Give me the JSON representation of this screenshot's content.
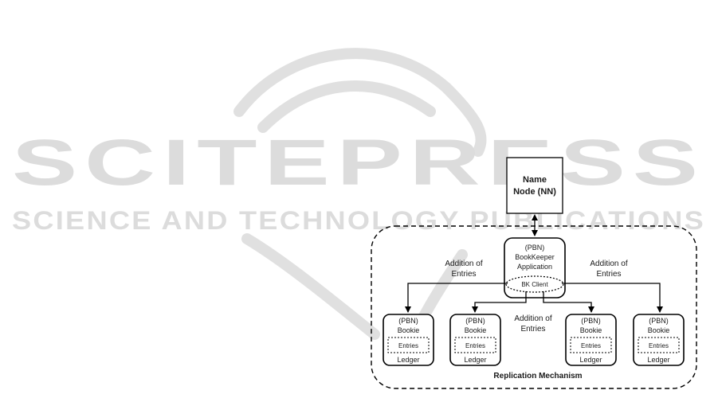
{
  "watermark": {
    "main": "SCITEPRESS",
    "sub": "SCIENCE AND TECHNOLOGY PUBLICATIONS"
  },
  "name_node": {
    "line1": "Name",
    "line2": "Node (NN)"
  },
  "bookkeeper": {
    "line1": "(PBN)",
    "line2": "BookKeeper",
    "line3": "Application",
    "client": "BK Client"
  },
  "bookie": {
    "line1": "(PBN)",
    "line2": "Bookie",
    "entries": "Entries",
    "ledger": "Ledger"
  },
  "edge_labels": {
    "left": {
      "line1": "Addition of",
      "line2": "Entries"
    },
    "right": {
      "line1": "Addition of",
      "line2": "Entries"
    },
    "center": {
      "line1": "Addition of",
      "line2": "Entries"
    }
  },
  "group_label": "Replication Mechanism",
  "colors": {
    "line": "#000000",
    "watermark": "#d9d9d9",
    "text": "#1a1a1a"
  }
}
